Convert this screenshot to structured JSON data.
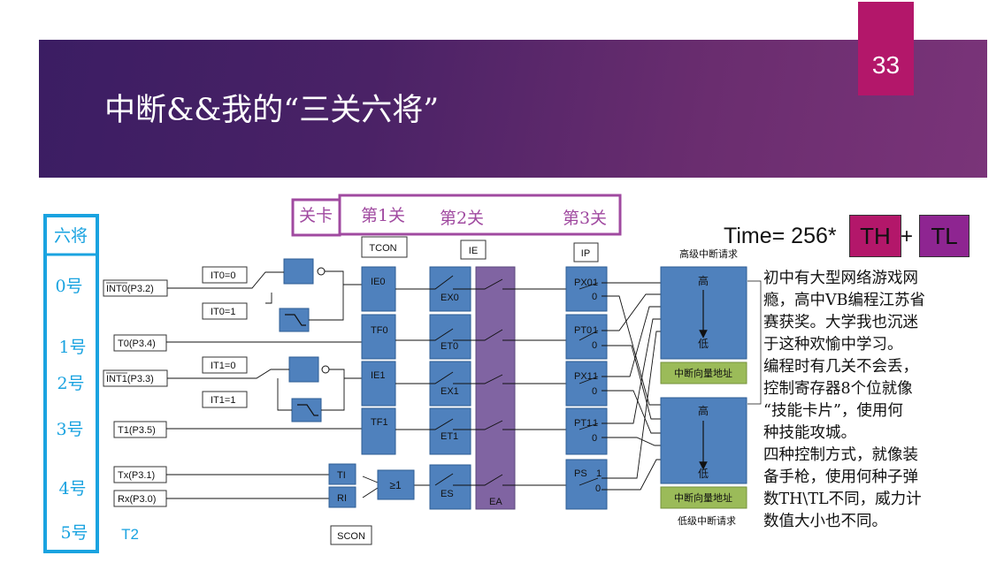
{
  "slide": {
    "title": "中断&&我的“三关六将”",
    "page_number": "33"
  },
  "gates": {
    "header_label": "关卡",
    "gate1": "第1关",
    "gate2": "第2关",
    "gate3": "第3关"
  },
  "generals": {
    "header_label": "六将",
    "items": [
      "0号",
      "1号",
      "2号",
      "3号",
      "4号",
      "5号"
    ],
    "t2_label": "T2"
  },
  "sources": {
    "int0": "INT0(P3.2)",
    "t0": "T0(P3.4)",
    "int1": "INT1(P3.3)",
    "t1": "T1(P3.5)",
    "tx": "Tx(P3.1)",
    "rx": "Rx(P3.0)"
  },
  "triggers": {
    "it0_0": "IT0=0",
    "it0_1": "IT0=1",
    "it1_0": "IT1=0",
    "it1_1": "IT1=1"
  },
  "registers": {
    "tcon": "TCON",
    "ie": "IE",
    "ip": "IP",
    "scon": "SCON"
  },
  "tcon_bits": [
    "IE0",
    "TF0",
    "IE1",
    "TF1"
  ],
  "scon_bits": [
    "TI",
    "RI"
  ],
  "or_gate": "≥1",
  "ie_bits": [
    "EX0",
    "ET0",
    "EX1",
    "ET1",
    "ES"
  ],
  "ea_label": "EA",
  "ip_bits": [
    {
      "name": "PX0",
      "high": "1",
      "low": "0"
    },
    {
      "name": "PT0",
      "high": "1",
      "low": "0"
    },
    {
      "name": "PX1",
      "high": "1",
      "low": "0"
    },
    {
      "name": "PT1",
      "high": "1",
      "low": "0"
    },
    {
      "name": "PS",
      "high": "1",
      "low": "0"
    }
  ],
  "priority": {
    "high_request": "高级中断请求",
    "low_request": "低级中断请求",
    "high": "高",
    "low": "低",
    "vector_address": "中断向量地址"
  },
  "time_formula": {
    "prefix": "Time= 256*",
    "th": "TH",
    "plus": "+",
    "tl": "TL"
  },
  "story_lines": [
    "初中有大型网络游戏网",
    "瘾，高中VB编程江苏省",
    "赛获奖。大学我也沉迷",
    "于这种欢愉中学习。",
    "编程时有几关不会丢，",
    "控制寄存器8个位就像",
    "“技能卡片”，使用何",
    "种技能攻城。",
    "四种控制方式，就像装",
    "备手枪，使用何种子弹",
    "数TH\\TL不同，威力计",
    "数值大小也不同。"
  ],
  "colors": {
    "header_purple": "#4a2266",
    "page_magenta": "#b3176a",
    "block_blue": "#4f81bd",
    "ea_purple": "#8064a2",
    "vector_green": "#9bbb59",
    "gate_purple": "#a04aa0",
    "general_cyan": "#1aa3e0"
  }
}
